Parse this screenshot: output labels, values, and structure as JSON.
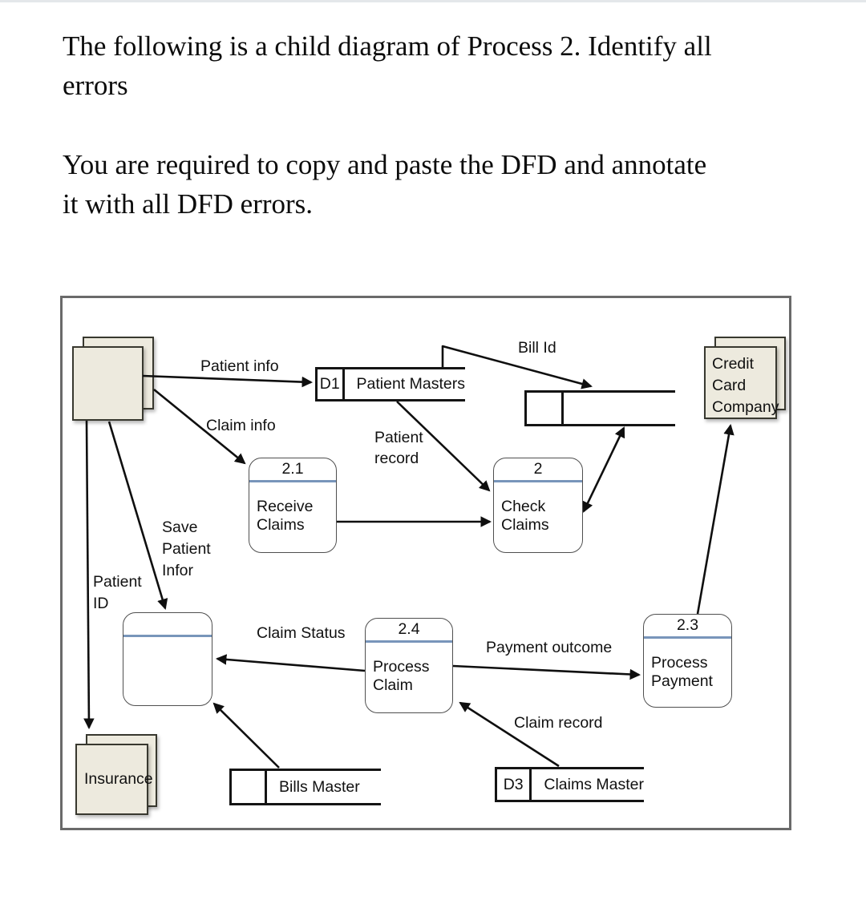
{
  "instructions": {
    "para1": "The following is a child diagram of Process 2. Identify all\nerrors",
    "para2": "You are required to copy and paste the DFD and annotate\nit with all DFD errors."
  },
  "diagram": {
    "entities": {
      "patient": {
        "label": ""
      },
      "credit_card": {
        "label": "Credit\nCard\nCompany"
      },
      "insurance": {
        "label": "Insurance"
      }
    },
    "stores": {
      "d1": {
        "id": "D1",
        "name": "Patient Masters"
      },
      "unnamed": {
        "id": "",
        "name": ""
      },
      "bills": {
        "id": "",
        "name": "Bills Master"
      },
      "d3": {
        "id": "D3",
        "name": "Claims Master"
      }
    },
    "processes": {
      "p21": {
        "number": "2.1",
        "name": "Receive\nClaims"
      },
      "p2": {
        "number": "2",
        "name": "Check\nClaims"
      },
      "p24": {
        "number": "2.4",
        "name": "Process\nClaim"
      },
      "p23": {
        "number": "2.3",
        "name": "Process\nPayment"
      },
      "unnamed": {
        "number": "",
        "name": ""
      }
    },
    "flows": {
      "patient_info": "Patient info",
      "claim_info": "Claim info",
      "bill_id": "Bill Id",
      "patient_record": "Patient\nrecord",
      "save_patient_infor": "Save\nPatient\nInfor",
      "patient_id": "Patient\nID",
      "claim_status": "Claim Status",
      "payment_outcome": "Payment outcome",
      "claim_record": "Claim record"
    }
  },
  "colors": {
    "process_accent": "#7895ba",
    "entity_fill": "#edeade",
    "frame_border": "#6a6a6a",
    "line": "#0f0f0f"
  }
}
